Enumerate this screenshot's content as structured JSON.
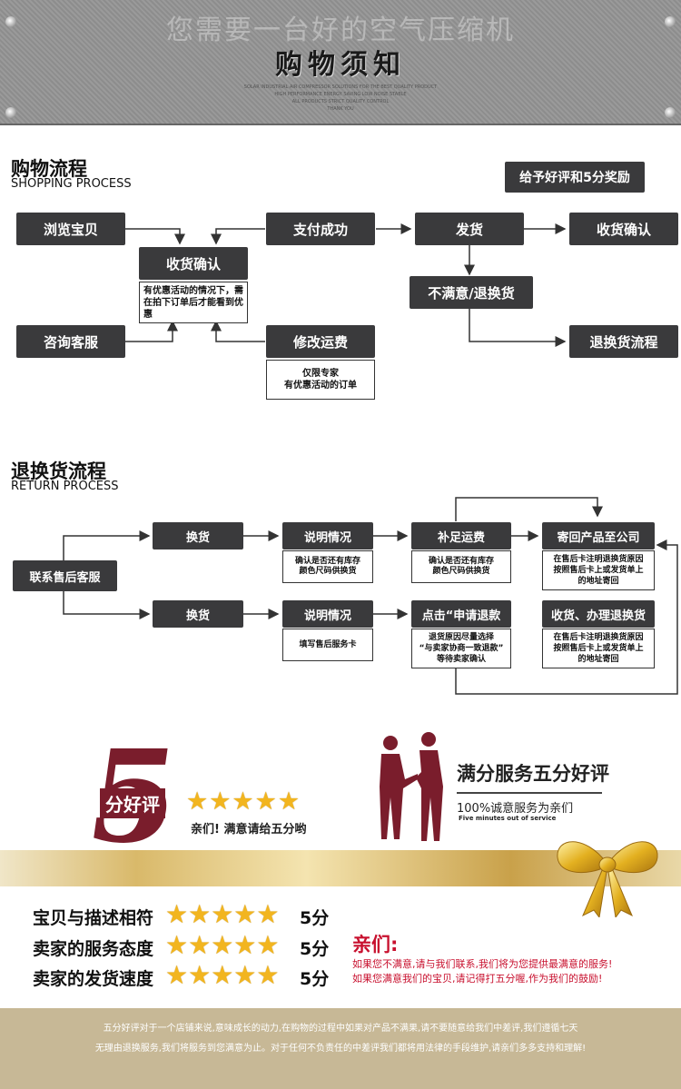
{
  "banner": {
    "tagline": "您需要一台好的空气压缩机",
    "title": "购物须知",
    "fineprint": [
      "SOLAR INDUSTRIAL AIR COMPRESSOR SOLUTIONS FOR THE BEST QUALITY PRODUCT",
      "HIGH PERFORMANCE ENERGY SAVING LOW NOISE STABLE",
      "ALL PRODUCTS STRICT QUALITY CONTROL",
      "THANK YOU"
    ]
  },
  "shopping": {
    "title_zh": "购物流程",
    "title_en": "SHOPPING PROCESS",
    "reward": "给予好评和5分奖励",
    "browse": "浏览宝贝",
    "confirm": "收货确认",
    "confirm_note": "有优惠活动的情况下，需在拍下订单后才能看到优惠",
    "consult": "咨询客服",
    "pay": "支付成功",
    "modify": "修改运费",
    "modify_note": [
      "仅限专家",
      "有优惠活动的订单"
    ],
    "ship": "发货",
    "receive": "收货确认",
    "unsatisfied": "不满意/退换货",
    "return_flow": "退换货流程"
  },
  "returns": {
    "title_zh": "退换货流程",
    "title_en": "RETURN PROCESS",
    "contact": "联系售后客服",
    "row1": {
      "exchange": "换货",
      "explain": "说明情况",
      "explain_note": [
        "确认是否还有库存",
        "颜色尺码供换货"
      ],
      "supply": "补足运费",
      "supply_note": [
        "确认是否还有库存",
        "颜色尺码供换货"
      ],
      "sendback": "寄回产品至公司",
      "sendback_note": [
        "在售后卡注明退换货原因",
        "按照售后卡上或发货单上",
        "的地址寄回"
      ]
    },
    "row2": {
      "exchange": "换货",
      "explain": "说明情况",
      "explain_note": "填写售后服务卡",
      "apply": "点击“申请退款",
      "apply_note": [
        "退货原因尽量选择",
        "“与卖家协商一致退款”",
        "等待卖家确认"
      ],
      "handle": "收货、办理退换货",
      "handle_note": [
        "在售后卡注明退换货原因",
        "按照售后卡上或发货单上",
        "的地址寄回"
      ]
    }
  },
  "award": {
    "five": "5",
    "five_label": "分好评",
    "stars": "★★★★★",
    "sub": "亲们! 满意请给五分哟",
    "service_title": "满分服务五分好评",
    "service_sub": "100%诚意服务为亲们",
    "service_en": "Five minutes out of service"
  },
  "ratings": [
    {
      "label": "宝贝与描述相符",
      "stars": "★★★★★",
      "value": "5分"
    },
    {
      "label": "卖家的服务态度",
      "stars": "★★★★★",
      "value": "5分"
    },
    {
      "label": "卖家的发货速度",
      "stars": "★★★★★",
      "value": "5分"
    }
  ],
  "dear": {
    "title": "亲们:",
    "line1": "如果您不满意,请与我们联系,我们将为您提供最满意的服务!",
    "line2": "如果您满意我们的宝贝,请记得打五分喔,作为我们的鼓励!"
  },
  "footer": {
    "line1": "五分好评对于一个店铺来说,意味成长的动力,在购物的过程中如果对产品不满果,请不要随意给我们中差评,我们遵循七天",
    "line2": "无理由退换服务,我们将服务到您满意为止。对于任何不负责任的中差评我们都将用法律的手段维护,请亲们多多支持和理解!"
  },
  "colors": {
    "box": "#3a3a3c",
    "award": "#7a1d2c",
    "dear": "#c8102e",
    "star": "#f2b51f",
    "footer": "#c7b896"
  }
}
